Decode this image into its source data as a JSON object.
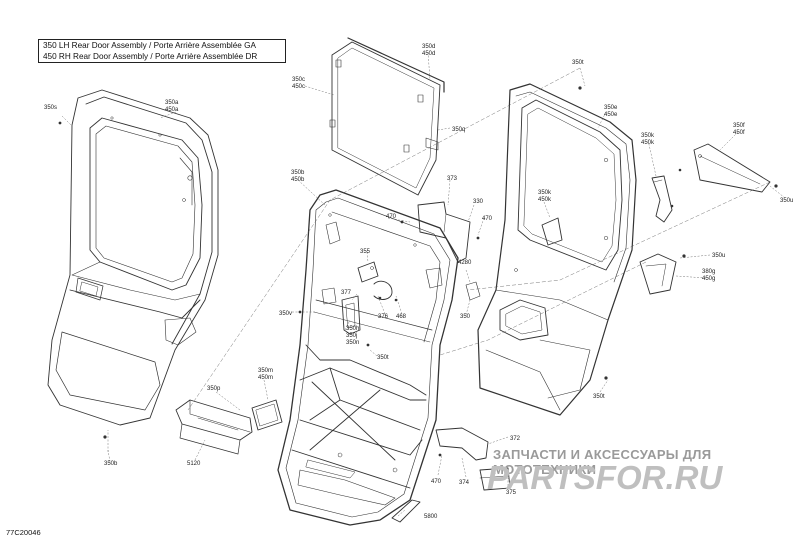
{
  "diagram": {
    "title_lines": [
      "350 LH Rear Door Assembly / Porte Arrière Assemblée GA",
      "450 RH Rear Door Assembly / Porte Arrière Assemblée DR"
    ],
    "diagram_id": "77C20046",
    "watermark_text": "ЗАПЧАСТИ И АКСЕССУАРЫ ДЛЯ МОТОТЕХНИКИ",
    "watermark_logo": "PARTSFOR.RU",
    "callouts": [
      {
        "id": "c350a",
        "lines": [
          "350a",
          "450a"
        ]
      },
      {
        "id": "c350s",
        "lines": [
          "350s"
        ]
      },
      {
        "id": "c350b_left",
        "lines": [
          "350b"
        ]
      },
      {
        "id": "c350c",
        "lines": [
          "350c",
          "450c"
        ]
      },
      {
        "id": "c350d",
        "lines": [
          "350d",
          "450d"
        ]
      },
      {
        "id": "c350q",
        "lines": [
          "350q"
        ]
      },
      {
        "id": "c350t_top",
        "lines": [
          "350t"
        ]
      },
      {
        "id": "c350e",
        "lines": [
          "350e",
          "450e"
        ]
      },
      {
        "id": "c350k_a",
        "lines": [
          "350k",
          "450k"
        ]
      },
      {
        "id": "c350f",
        "lines": [
          "350f",
          "450f"
        ]
      },
      {
        "id": "c350u_right",
        "lines": [
          "350u"
        ]
      },
      {
        "id": "c350b_center",
        "lines": [
          "350b",
          "450b"
        ]
      },
      {
        "id": "c373",
        "lines": [
          "373"
        ]
      },
      {
        "id": "c330",
        "lines": [
          "330"
        ]
      },
      {
        "id": "c470_a",
        "lines": [
          "470"
        ]
      },
      {
        "id": "c470_b",
        "lines": [
          "470"
        ]
      },
      {
        "id": "c350k_b",
        "lines": [
          "350k",
          "450k"
        ]
      },
      {
        "id": "c350u_mid",
        "lines": [
          "350u"
        ]
      },
      {
        "id": "c380g",
        "lines": [
          "380g",
          "450g"
        ]
      },
      {
        "id": "c355",
        "lines": [
          "355"
        ]
      },
      {
        "id": "c4280",
        "lines": [
          "4280"
        ]
      },
      {
        "id": "c377",
        "lines": [
          "377"
        ]
      },
      {
        "id": "c350",
        "lines": [
          "350"
        ]
      },
      {
        "id": "c376",
        "lines": [
          "376"
        ]
      },
      {
        "id": "c468",
        "lines": [
          "468"
        ]
      },
      {
        "id": "c350v",
        "lines": [
          "350v"
        ]
      },
      {
        "id": "c350h",
        "lines": [
          "350h",
          "350j",
          "350n"
        ]
      },
      {
        "id": "c350t_mid",
        "lines": [
          "350t"
        ]
      },
      {
        "id": "c350m",
        "lines": [
          "350m",
          "450m"
        ]
      },
      {
        "id": "c350p",
        "lines": [
          "350p"
        ]
      },
      {
        "id": "c350t_right",
        "lines": [
          "350t"
        ]
      },
      {
        "id": "c5120",
        "lines": [
          "5120"
        ]
      },
      {
        "id": "c350b_bottom",
        "lines": [
          "350b"
        ]
      },
      {
        "id": "c372",
        "lines": [
          "372"
        ]
      },
      {
        "id": "c470_c",
        "lines": [
          "470"
        ]
      },
      {
        "id": "c374",
        "lines": [
          "374"
        ]
      },
      {
        "id": "c375",
        "lines": [
          "375"
        ]
      },
      {
        "id": "c5800",
        "lines": [
          "5800"
        ]
      }
    ]
  }
}
